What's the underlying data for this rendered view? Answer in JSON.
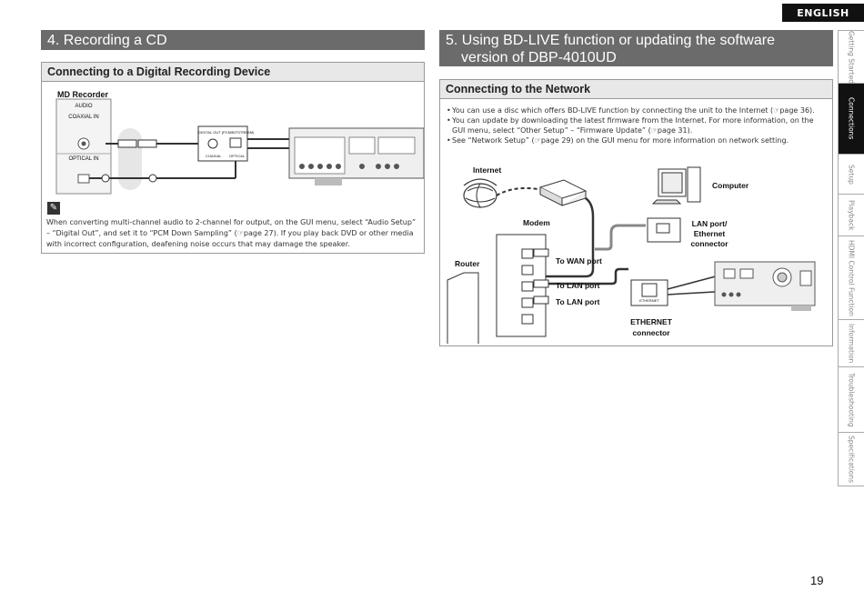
{
  "language": "ENGLISH",
  "side_tabs": [
    {
      "label": "Getting Started",
      "active": false
    },
    {
      "label": "Connections",
      "active": true
    },
    {
      "label": "Setup",
      "active": false
    },
    {
      "label": "Playback",
      "active": false
    },
    {
      "label": "HDMI Control Function",
      "active": false
    },
    {
      "label": "Information",
      "active": false
    },
    {
      "label": "Troubleshooting",
      "active": false
    },
    {
      "label": "Specifications",
      "active": false
    }
  ],
  "section1": {
    "title": "4. Recording a CD",
    "subtitle": "Connecting to a Digital Recording Device",
    "diagram": {
      "md_recorder": "MD Recorder",
      "audio": "AUDIO",
      "coaxial_in": "COAXIAL IN",
      "optical_in": "OPTICAL IN",
      "digital_out": "DIGITAL OUT (PCM/BITSTREAM)",
      "coaxial": "COAXIAL",
      "optical": "OPTICAL"
    },
    "note": "When converting multi-channel audio to 2-channel for output, on the GUI menu, select “Audio Setup” – “Digital Out”, and set it to “PCM Down Sampling” (☞page 27). If you play back DVD or other media with incorrect configuration, deafening noise occurs that may damage the speaker."
  },
  "section2": {
    "title_line1": "5. Using BD-LIVE function or updating the software",
    "title_line2": "version of DBP-4010UD",
    "subtitle": "Connecting to the Network",
    "bullets": [
      "You can use a disc which offers BD-LIVE function by connecting the unit to the Internet (☞page 36).",
      "You can update by downloading the latest firmware from the Internet. For more information, on the GUI menu, select “Other Setup” – “Firmware Update” (☞page 31).",
      "See “Network Setup” (☞page 29) on the GUI menu for more information on network setting."
    ],
    "diagram": {
      "internet": "Internet",
      "modem": "Modem",
      "computer": "Computer",
      "lan_port_l1": "LAN port/",
      "lan_port_l2": "Ethernet",
      "lan_port_l3": "connector",
      "router": "Router",
      "to_wan": "To WAN port",
      "to_lan1": "To LAN port",
      "to_lan2": "To LAN port",
      "ethernet_l1": "ETHERNET",
      "ethernet_l2": "connector",
      "ethernet_small": "ETHERNET"
    }
  },
  "page_number": "19"
}
